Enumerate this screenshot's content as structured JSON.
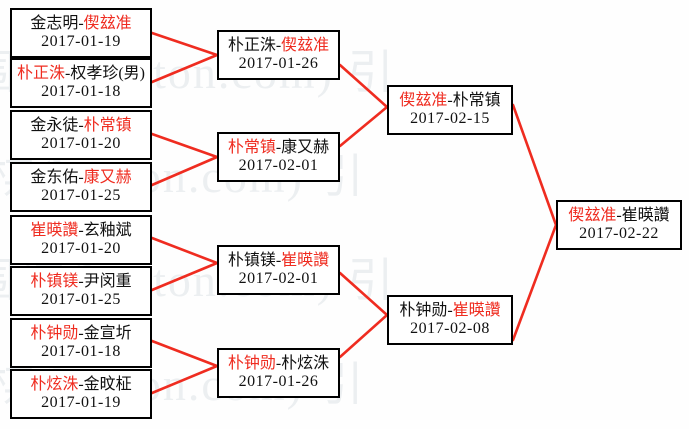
{
  "diagram": {
    "type": "single-elimination-tournament-bracket",
    "title": "",
    "colors": {
      "winner_text": "#ef2c20",
      "loser_text": "#111111",
      "connector_line": "#ef2c20",
      "box_border": "#000000",
      "background": "#fefefe",
      "watermark": "#eceff1"
    },
    "watermark": {
      "text": "围棋(baeton.com)",
      "lines": [
        "围棋(baeton.com) 引",
        "围棋(baeton.com) 引",
        "围棋(baeton.com) 引",
        "围棋(baeton.com) 引"
      ]
    }
  },
  "rounds": [
    {
      "name": "round-1",
      "matches": [
        {
          "id": "r1m1",
          "left": "金志明",
          "right": "偰玆准",
          "winner": "right",
          "date": "2017-01-19"
        },
        {
          "id": "r1m2",
          "left": "朴正洙",
          "right": "权孝珍(男)",
          "winner": "left",
          "date": "2017-01-18"
        },
        {
          "id": "r1m3",
          "left": "金永徒",
          "right": "朴常镇",
          "winner": "right",
          "date": "2017-01-20"
        },
        {
          "id": "r1m4",
          "left": "金东佑",
          "right": "康又赫",
          "winner": "right",
          "date": "2017-01-25"
        },
        {
          "id": "r1m5",
          "left": "崔暎讚",
          "right": "玄釉斌",
          "winner": "left",
          "date": "2017-01-20"
        },
        {
          "id": "r1m6",
          "left": "朴镇镁",
          "right": "尹闵重",
          "winner": "left",
          "date": "2017-01-25"
        },
        {
          "id": "r1m7",
          "left": "朴钟勋",
          "right": "金宣圻",
          "winner": "left",
          "date": "2017-01-18"
        },
        {
          "id": "r1m8",
          "left": "朴炫洙",
          "right": "金旼柾",
          "winner": "left",
          "date": "2017-01-19"
        }
      ]
    },
    {
      "name": "round-2",
      "matches": [
        {
          "id": "r2m1",
          "left": "朴正洙",
          "right": "偰玆准",
          "winner": "right",
          "date": "2017-01-26"
        },
        {
          "id": "r2m2",
          "left": "朴常镇",
          "right": "康又赫",
          "winner": "left",
          "date": "2017-02-01"
        },
        {
          "id": "r2m3",
          "left": "朴镇镁",
          "right": "崔暎讚",
          "winner": "right",
          "date": "2017-02-01"
        },
        {
          "id": "r2m4",
          "left": "朴钟勋",
          "right": "朴炫洙",
          "winner": "left",
          "date": "2017-01-26"
        }
      ]
    },
    {
      "name": "semifinal",
      "matches": [
        {
          "id": "r3m1",
          "left": "偰玆准",
          "right": "朴常镇",
          "winner": "left",
          "date": "2017-02-15"
        },
        {
          "id": "r3m2",
          "left": "朴钟勋",
          "right": "崔暎讚",
          "winner": "right",
          "date": "2017-02-08"
        }
      ]
    },
    {
      "name": "final",
      "matches": [
        {
          "id": "r4m1",
          "left": "偰玆准",
          "right": "崔暎讚",
          "winner": "left",
          "date": "2017-02-22"
        }
      ]
    }
  ]
}
